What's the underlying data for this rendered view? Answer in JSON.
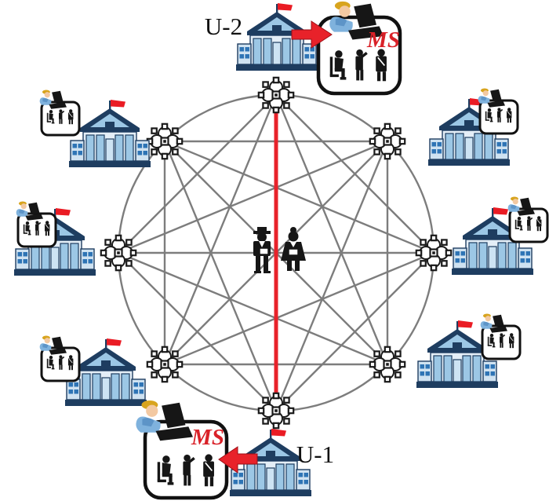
{
  "figure": {
    "type": "network-diagram",
    "labels": {
      "university_top": "U-2",
      "university_bottom": "U-1",
      "ms_top": "MS",
      "ms_bottom": "MS"
    },
    "network": {
      "topology": "full-mesh",
      "node_count": 8,
      "highlighted_link": "U-2 to U-1"
    },
    "universities": [
      {
        "position": "top",
        "label": "U-2",
        "attachment": "ms-box"
      },
      {
        "position": "top-right",
        "label": "",
        "attachment": "mini-ms-box"
      },
      {
        "position": "right",
        "label": "",
        "attachment": "mini-ms-box"
      },
      {
        "position": "bottom-right",
        "label": "",
        "attachment": "mini-ms-box"
      },
      {
        "position": "bottom",
        "label": "U-1",
        "attachment": "ms-box"
      },
      {
        "position": "bottom-left",
        "label": "",
        "attachment": "mini-ms-box"
      },
      {
        "position": "left",
        "label": "",
        "attachment": "mini-ms-box"
      },
      {
        "position": "top-left",
        "label": "",
        "attachment": "mini-ms-box"
      }
    ],
    "colors": {
      "link": "#7d7d7d",
      "highlight": "#e8222a",
      "flag_red": "#ea1c24",
      "ms_label": "#d92128",
      "building_dark": "#1e3d60",
      "building_mid": "#2e74b5",
      "building_light": "#9cc7e5",
      "building_pale": "#e4eef7",
      "wing_pale": "#cfe2f1",
      "silhouette": "#161616",
      "skin": "#f3c9a2",
      "hair": "#d8a41e",
      "shirt": "#7fb2dd"
    }
  }
}
